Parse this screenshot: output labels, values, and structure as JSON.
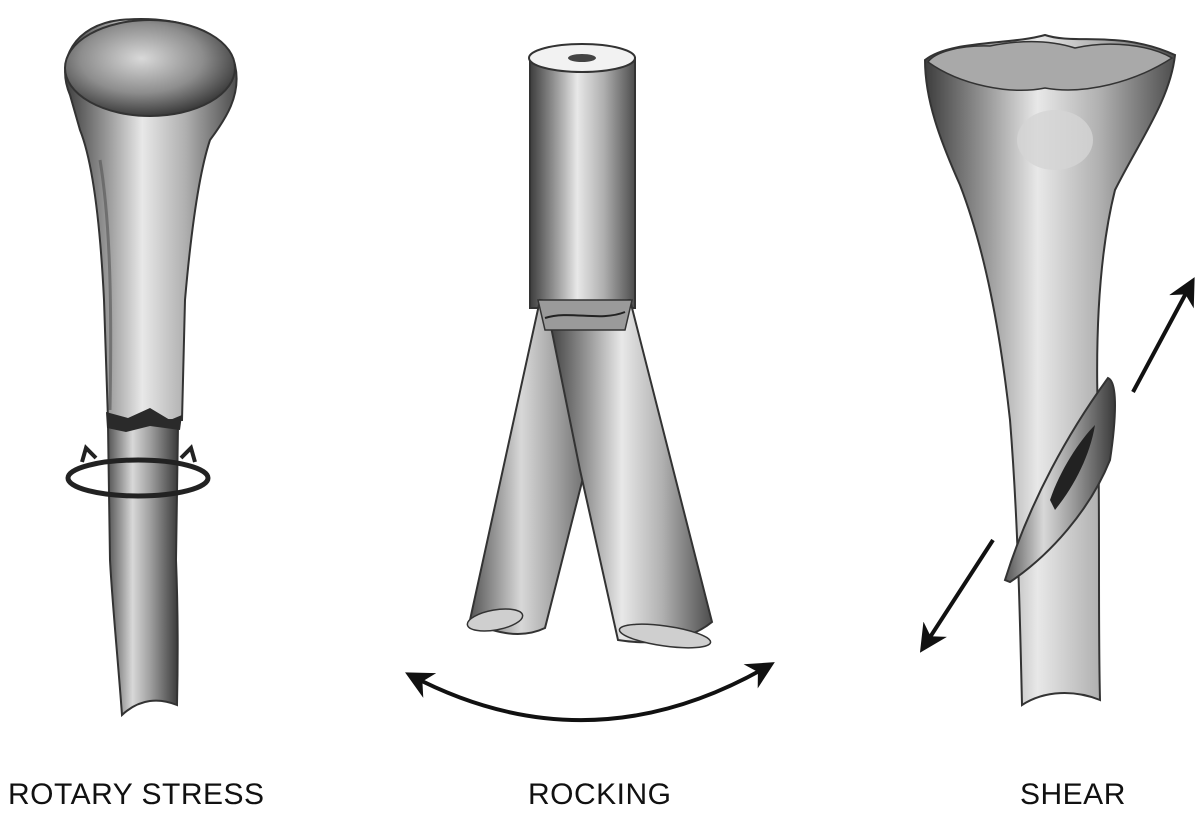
{
  "figure": {
    "panels": [
      {
        "id": "rotary-stress",
        "caption": "ROTARY STRESS",
        "arrows": "rotation-arrows-icon"
      },
      {
        "id": "rocking",
        "caption": "ROCKING",
        "arrows": "curved-double-arrow-icon"
      },
      {
        "id": "shear",
        "caption": "SHEAR",
        "arrows": "diagonal-arrows-icon"
      }
    ]
  },
  "colors": {
    "bone_light": "#e6e6e6",
    "bone_mid": "#a8a8a8",
    "bone_dark": "#4a4a4a",
    "ink": "#111111"
  }
}
